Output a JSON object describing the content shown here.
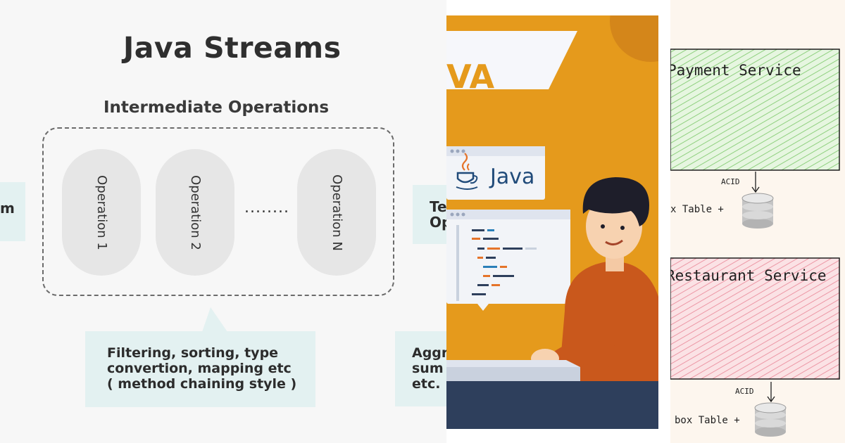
{
  "left": {
    "title": "Java Streams",
    "subtitle": "Intermediate Operations",
    "operations": [
      "Operation 1",
      "Operation 2",
      "Operation N"
    ],
    "ellipsis": "........",
    "left_partial": "m",
    "right_partial_lines": [
      "Te",
      "Op"
    ],
    "callout_lines": [
      "Filtering, sorting, type",
      "convertion, mapping etc",
      "( method chaining style )"
    ],
    "callout_right_lines": [
      "Aggr",
      "sum",
      "etc."
    ]
  },
  "middle": {
    "banner_text": "VA",
    "java_label": "Java"
  },
  "right": {
    "service_1": "Payment Service",
    "service_2": "Restaurant Service",
    "acid_1": "ACID",
    "acid_2": "ACID",
    "table_1": "x Table +",
    "table_2": "box Table +"
  },
  "colors": {
    "accent_orange": "#e59a1c",
    "java_blue": "#214b7a",
    "callout_teal": "#e3f1f1",
    "payment_green": "#c8ecc0",
    "restaurant_pink": "#f6c9d0"
  }
}
